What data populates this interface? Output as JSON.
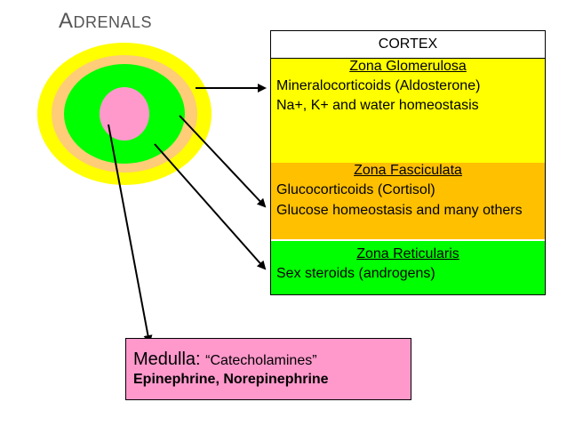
{
  "title_cap": "A",
  "title_rest": "DRENALS",
  "cortex": {
    "heading": "CORTEX",
    "zones": [
      {
        "name": "Zona Glomerulosa",
        "line1": "Mineralocorticoids (Aldosterone)",
        "line2": "Na+, K+ and water homeostasis",
        "color": "#ffff00"
      },
      {
        "name": "Zona Fasciculata",
        "line1": "Glucocorticoids (Cortisol)",
        "line2": "Glucose homeostasis and many others",
        "color": "#ffc000"
      },
      {
        "name": "Zona Reticularis",
        "line1": "Sex steroids (androgens)",
        "color": "#00ff00"
      }
    ]
  },
  "medulla": {
    "label": "Medulla: ",
    "quote": "“Catecholamines”",
    "hormones": "Epinephrine, Norepinephrine",
    "color": "#ff99cc"
  },
  "rings": {
    "outer_color": "#ffff00",
    "second_color": "#ffcc77",
    "third_color": "#00ff00",
    "core_color": "#ff99cc"
  }
}
